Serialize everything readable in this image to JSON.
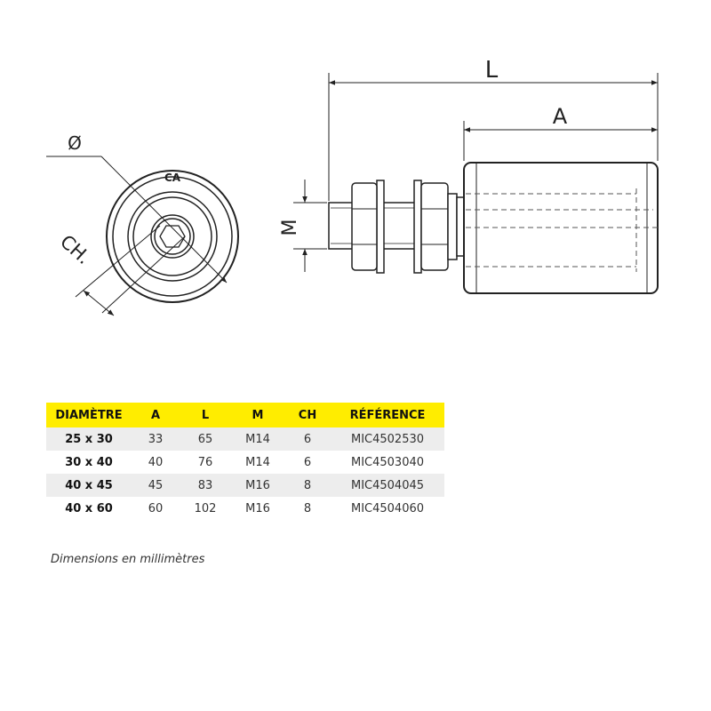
{
  "drawing": {
    "label_diameter": "Ø",
    "label_ch": "CH.",
    "label_l": "L",
    "label_a": "A",
    "label_m": "M",
    "logo_text": "CA"
  },
  "table": {
    "headers": [
      "DIAMÈTRE",
      "A",
      "L",
      "M",
      "CH",
      "RÉFÉRENCE"
    ],
    "rows": [
      [
        "25 x 30",
        "33",
        "65",
        "M14",
        "6",
        "MIC4502530"
      ],
      [
        "30 x 40",
        "40",
        "76",
        "M14",
        "6",
        "MIC4503040"
      ],
      [
        "40 x 45",
        "45",
        "83",
        "M16",
        "8",
        "MIC4504045"
      ],
      [
        "40 x 60",
        "60",
        "102",
        "M16",
        "8",
        "MIC4504060"
      ]
    ]
  },
  "footnote": "Dimensions en millimètres",
  "colors": {
    "header_bg": "#ffed00",
    "row_alt_bg": "#ededed"
  }
}
